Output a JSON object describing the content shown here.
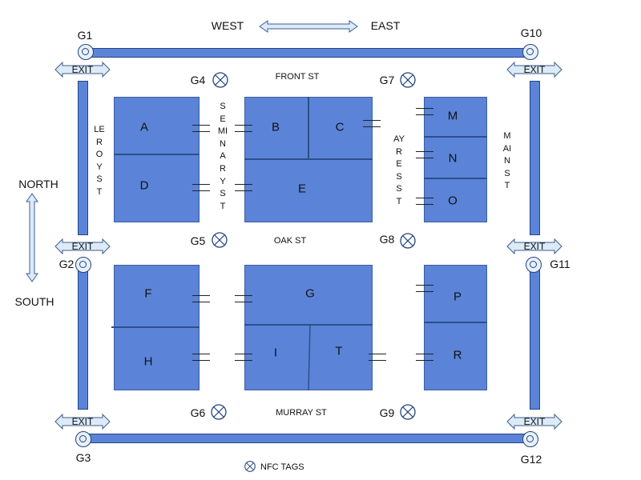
{
  "compass": {
    "west": "WEST",
    "east": "EAST",
    "north": "NORTH",
    "south": "SOUTH"
  },
  "streets": {
    "front": "FRONT ST",
    "oak": "OAK ST",
    "murray": "MURRAY ST",
    "leroy": "LEROY ST",
    "seminary": "SEMINARY ST",
    "ayres": "AYRES ST",
    "main": "MAIN ST"
  },
  "blocks": [
    "A",
    "B",
    "C",
    "D",
    "E",
    "M",
    "N",
    "O",
    "F",
    "G",
    "H",
    "I",
    "T",
    "P",
    "R"
  ],
  "gates": [
    "G1",
    "G2",
    "G3",
    "G10",
    "G11",
    "G12"
  ],
  "nfc_tags": [
    "G4",
    "G5",
    "G6",
    "G7",
    "G8",
    "G9"
  ],
  "exit_label": "EXIT",
  "legend": {
    "nfc": "NFC TAGS"
  },
  "colors": {
    "block_fill": "#5b84d8",
    "border": "#23457f",
    "arrow_fill": "#ddeaf7"
  }
}
